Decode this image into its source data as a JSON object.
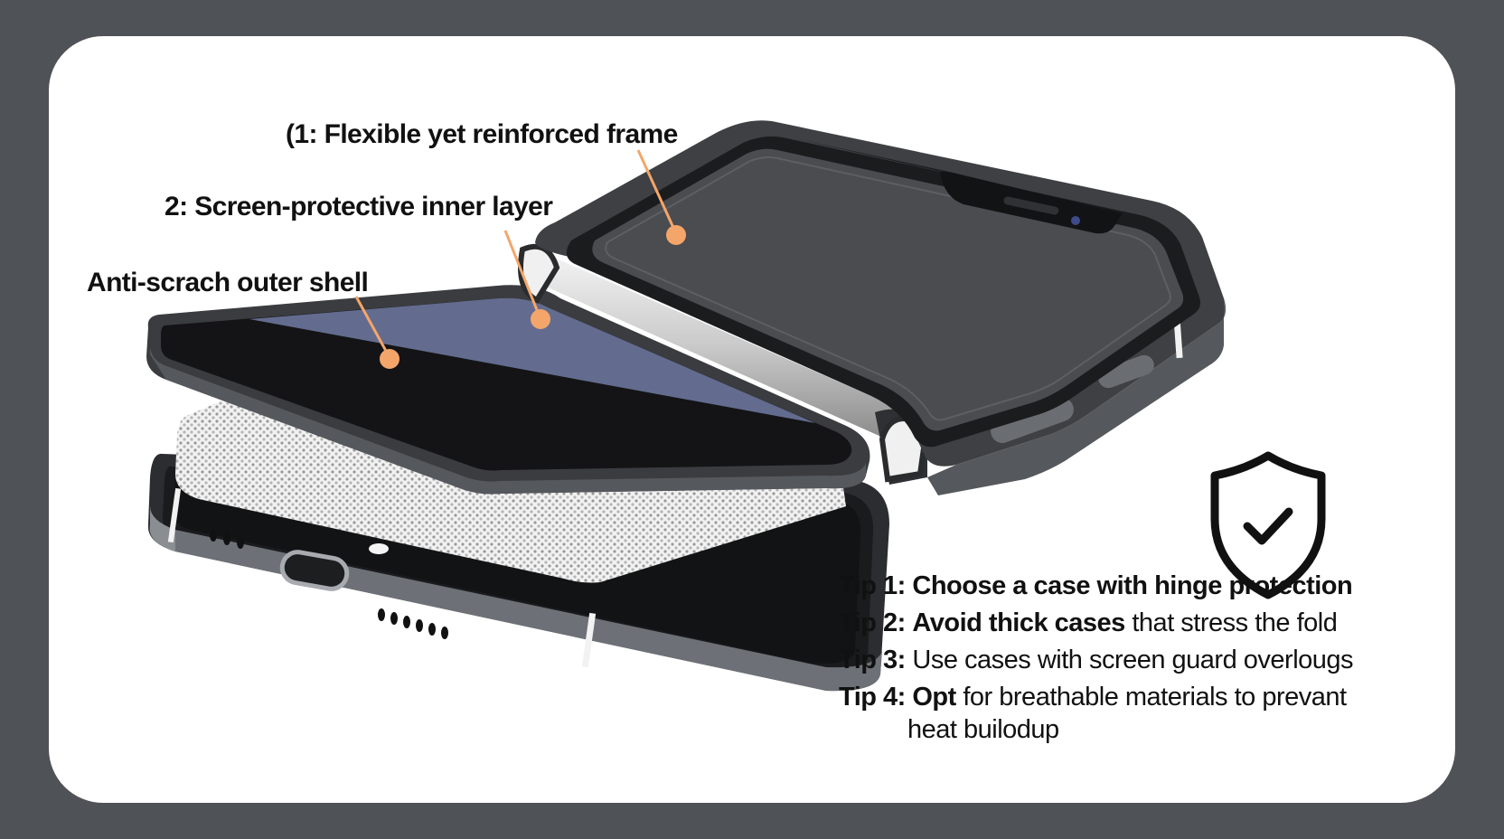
{
  "callouts": {
    "frame": "(1: Flexible yet reinforced frame",
    "inner_layer": "2: Screen-protective inner layer",
    "outer_shell": "Anti-scrach outer shell"
  },
  "tips": [
    {
      "num": "Tip 1:",
      "strong": "Choose a case with hinge protection",
      "rest": "",
      "cont": ""
    },
    {
      "num": "Tip 2:",
      "strong": "Avoid thick cases",
      "rest": "that stress the fold",
      "cont": ""
    },
    {
      "num": "Tip 3:",
      "strong": "",
      "rest": "Use cases with screen guard overlougs",
      "cont": ""
    },
    {
      "num": "Tip 4:",
      "strong": "Opt",
      "rest": "for breathable materials to prevant",
      "cont": "heat builodup"
    }
  ],
  "icons": {
    "badge": "shield-check-icon"
  },
  "colors": {
    "background": "#4f5256",
    "card": "#ffffff",
    "callout_dot": "#f4a66a",
    "phone_body": "#3e4043",
    "inner_layer": "#636c8e"
  }
}
